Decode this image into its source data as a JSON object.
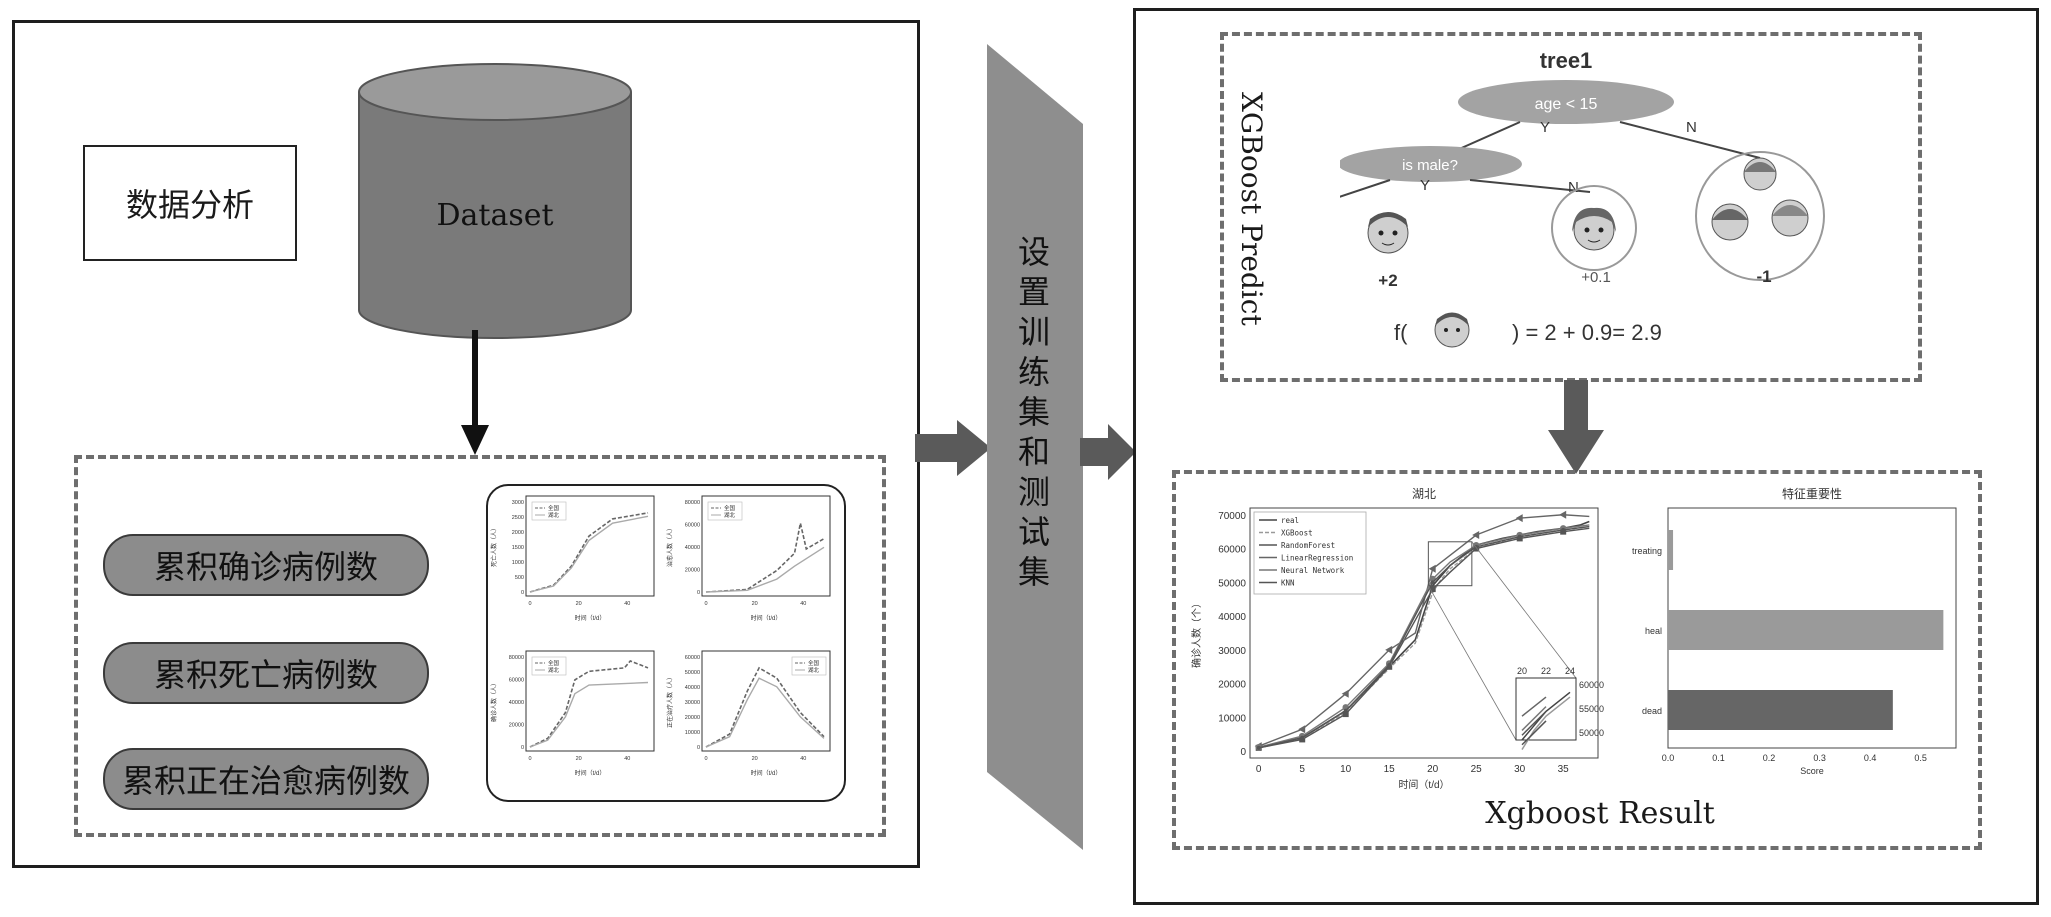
{
  "left_panel": {
    "label": "数据分析",
    "dataset_label": "Dataset",
    "features": [
      "累积确诊病例数",
      "累积死亡病例数",
      "累积正在治愈病例数"
    ],
    "mini_charts": [
      {
        "ylabel": "死亡人数（人）",
        "xlabel": "时间（t/d）",
        "legend": [
          "全国",
          "湖北"
        ],
        "yticks": [
          "0",
          "500",
          "1000",
          "1500",
          "2000",
          "2500",
          "3000"
        ],
        "xticks": [
          "0",
          "20",
          "40"
        ]
      },
      {
        "ylabel": "治愈人数（人）",
        "xlabel": "时间（t/d）",
        "legend": [
          "全国",
          "湖北"
        ],
        "yticks": [
          "0",
          "20000",
          "40000",
          "60000",
          "80000"
        ],
        "xticks": [
          "0",
          "20",
          "40"
        ]
      },
      {
        "ylabel": "确诊人数（人）",
        "xlabel": "时间（t/d）",
        "legend": [
          "全国",
          "湖北"
        ],
        "yticks": [
          "0",
          "20000",
          "40000",
          "60000",
          "80000"
        ],
        "xticks": [
          "0",
          "20",
          "40"
        ]
      },
      {
        "ylabel": "正在治疗人数（人）",
        "xlabel": "时间（t/d）",
        "legend": [
          "全国",
          "湖北"
        ],
        "yticks": [
          "0",
          "10000",
          "20000",
          "30000",
          "40000",
          "50000",
          "60000"
        ],
        "xticks": [
          "0",
          "20",
          "40"
        ]
      }
    ]
  },
  "middle": {
    "label": "设置训练集和测试集"
  },
  "right_panel": {
    "predict_label": "XGBoost Predict",
    "tree": {
      "title": "tree1",
      "root": "age < 15",
      "node2": "is male?",
      "branch_y": "Y",
      "branch_n": "N",
      "leaves": [
        "+2",
        "+0.1",
        "-1"
      ],
      "formula_left": "f(",
      "formula_right": ") = 2 + 0.9= 2.9"
    },
    "result_label": "Xgboost Result",
    "line_chart": {
      "title": "湖北",
      "ylabel": "确诊人数（个）",
      "xlabel": "时间（t/d）",
      "legend": [
        "real",
        "XGBoost",
        "RandomForest",
        "LinearRegression",
        "Neural Network",
        "KNN"
      ],
      "yticks": [
        "0",
        "10000",
        "20000",
        "30000",
        "40000",
        "50000",
        "60000",
        "70000"
      ],
      "xticks": [
        "0",
        "5",
        "10",
        "15",
        "20",
        "25",
        "30",
        "35"
      ],
      "inset_xticks": [
        "20",
        "22",
        "24"
      ],
      "inset_yticks": [
        "60000",
        "55000",
        "50000"
      ]
    },
    "bar_chart": {
      "title": "特征重要性",
      "xlabel": "Score",
      "categories": [
        "treating",
        "heal",
        "dead"
      ],
      "xticks": [
        "0.0",
        "0.1",
        "0.2",
        "0.3",
        "0.4",
        "0.5"
      ]
    }
  },
  "chart_data": [
    {
      "type": "line",
      "title": "湖北",
      "xlabel": "时间（t/d）",
      "ylabel": "确诊人数（个）",
      "xlim": [
        -1,
        39
      ],
      "ylim": [
        -2000,
        72000
      ],
      "series": [
        {
          "name": "real",
          "x": [
            0,
            5,
            10,
            15,
            18,
            20,
            21,
            22,
            24,
            25,
            28,
            30,
            32,
            35,
            37,
            38
          ],
          "y": [
            1000,
            4000,
            12000,
            25000,
            33000,
            49000,
            52000,
            55000,
            59000,
            61000,
            63000,
            64000,
            65000,
            66000,
            67000,
            68000
          ]
        },
        {
          "name": "XGBoost",
          "x": [
            0,
            5,
            10,
            15,
            18,
            20,
            21,
            22,
            24,
            25,
            30,
            35,
            38
          ],
          "y": [
            1000,
            3800,
            11500,
            24500,
            32000,
            47000,
            51000,
            54000,
            58000,
            60000,
            63500,
            65500,
            66500
          ]
        },
        {
          "name": "RandomForest",
          "x": [
            0,
            5,
            10,
            15,
            20,
            22,
            25,
            30,
            35,
            38
          ],
          "y": [
            1000,
            3500,
            11000,
            25000,
            48000,
            53000,
            60000,
            63000,
            65000,
            66000
          ]
        },
        {
          "name": "LinearRegression",
          "x": [
            0,
            5,
            10,
            15,
            18,
            20,
            22,
            25,
            30,
            35,
            38
          ],
          "y": [
            1500,
            6500,
            17000,
            30000,
            35000,
            54000,
            58000,
            64000,
            69000,
            70000,
            69500
          ]
        },
        {
          "name": "Neural Network",
          "x": [
            0,
            5,
            10,
            15,
            20,
            22,
            25,
            30,
            35,
            38
          ],
          "y": [
            1200,
            4500,
            13000,
            26000,
            51000,
            56000,
            61000,
            64000,
            66000,
            67000
          ]
        },
        {
          "name": "KNN",
          "x": [
            0,
            5,
            10,
            15,
            20,
            22,
            25,
            30,
            35,
            38
          ],
          "y": [
            1000,
            4000,
            12000,
            25500,
            50000,
            55000,
            60500,
            63500,
            65500,
            66500
          ]
        }
      ]
    },
    {
      "type": "bar",
      "title": "特征重要性",
      "xlabel": "Score",
      "categories": [
        "treating",
        "heal",
        "dead"
      ],
      "values": [
        0.01,
        0.545,
        0.445
      ],
      "xlim": [
        0,
        0.57
      ]
    }
  ]
}
